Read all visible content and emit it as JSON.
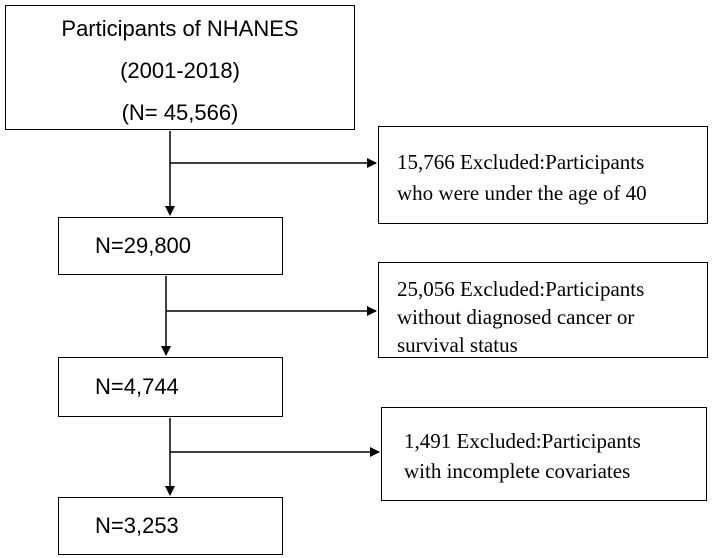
{
  "flowchart": {
    "start": {
      "line1": "Participants of NHANES",
      "line2": "(2001-2018)",
      "line3": "(N= 45,566)"
    },
    "step2": "N=29,800",
    "step3": "N=4,744",
    "final": "N=3,253"
  },
  "exclusions": [
    {
      "line1": "15,766 Excluded:Participants",
      "line2": "who were under the age of 40"
    },
    {
      "line1": "25,056 Excluded:Participants",
      "line2": "without diagnosed cancer or",
      "line3": "survival status"
    },
    {
      "line1": "1,491 Excluded:Participants",
      "line2": "with incomplete covariates"
    }
  ]
}
